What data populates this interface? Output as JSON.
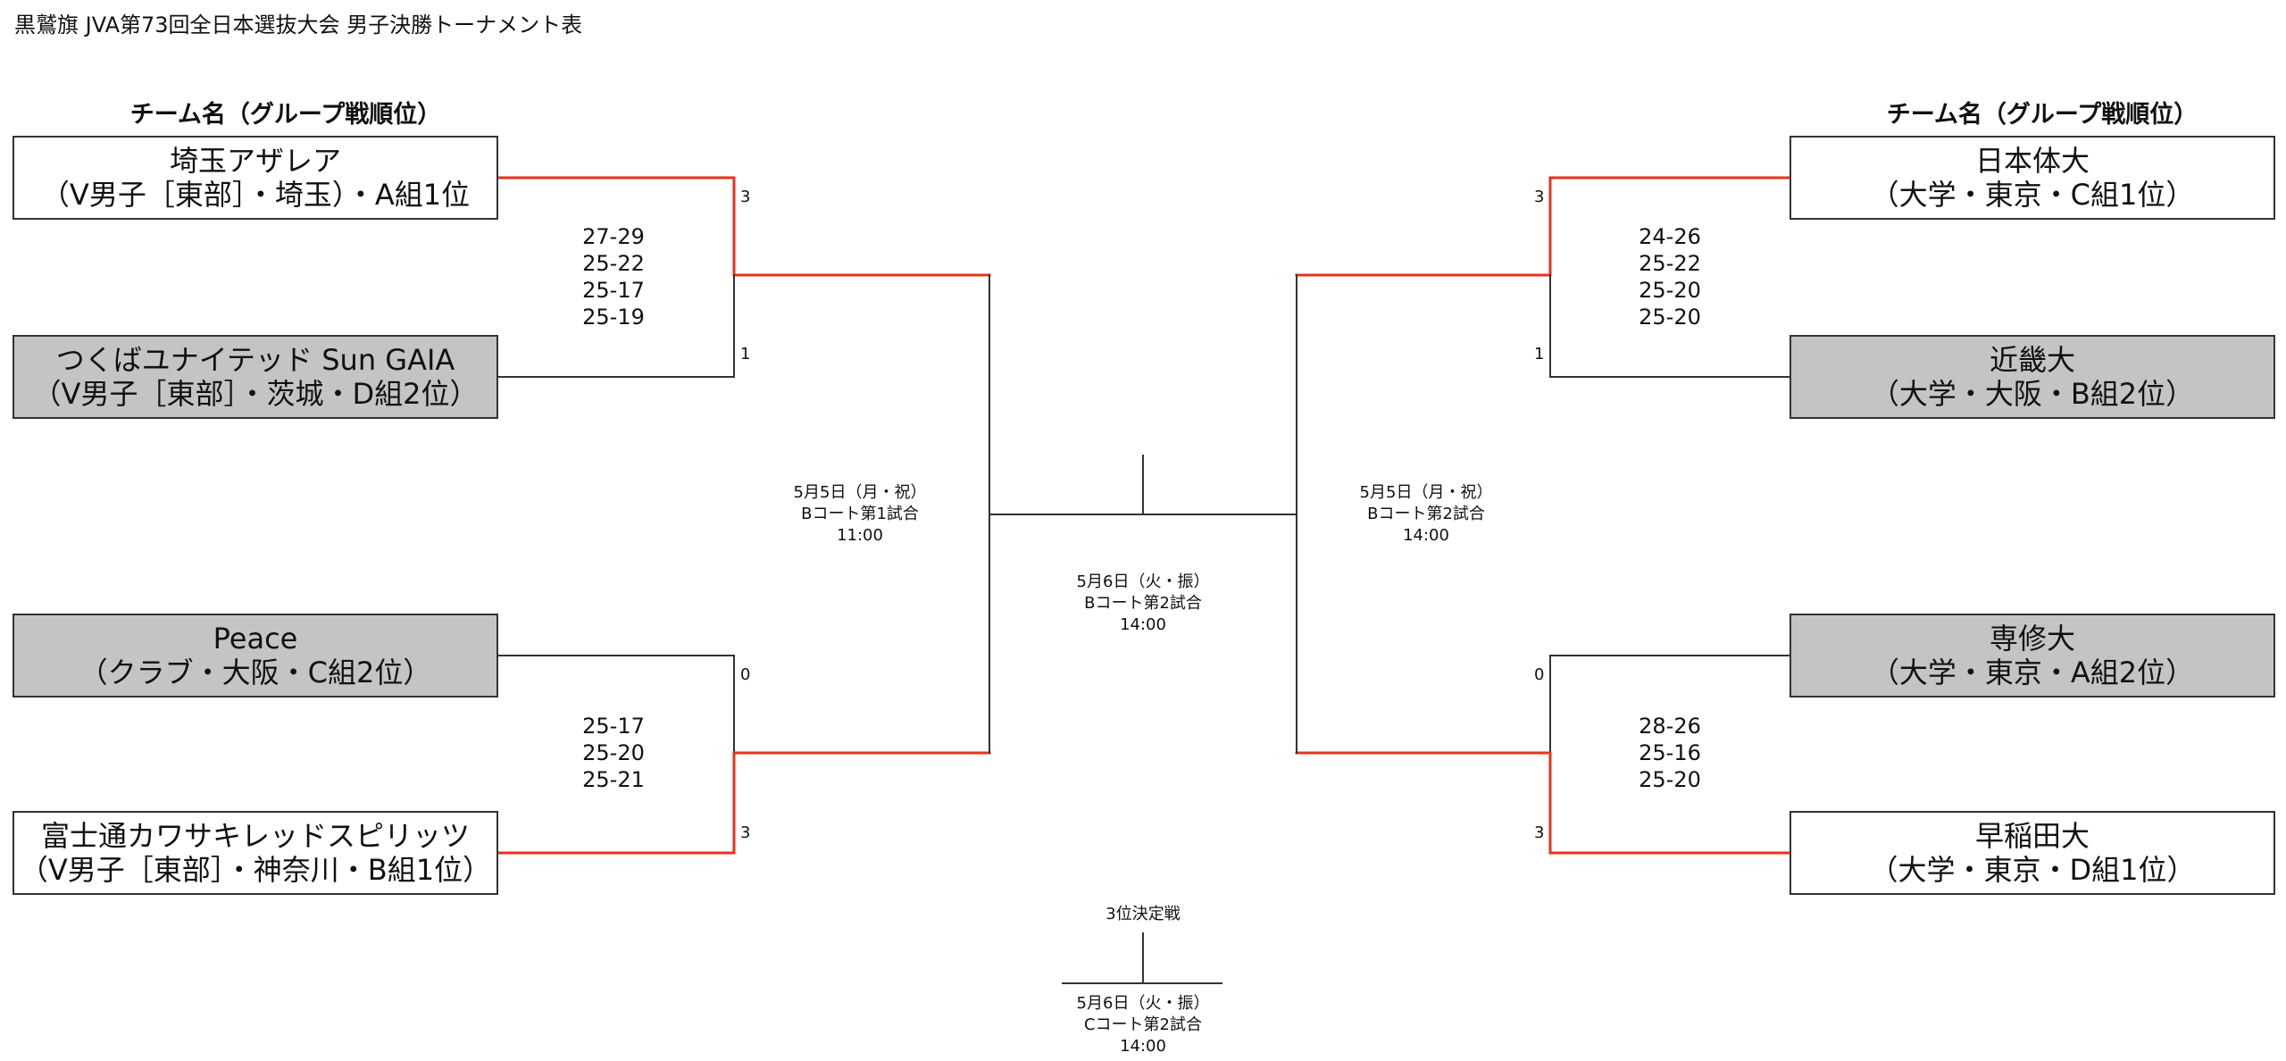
{
  "title": "黒鷲旗 JVA第73回全日本選抜大会 男子決勝トーナメント表",
  "column_header": "チーム名（グループ戦順位）",
  "colors": {
    "winner_line": "#e8321e",
    "line": "#333333",
    "gray_box": "#c4c4c4"
  },
  "left": {
    "teams": [
      {
        "name": "埼玉アザレア",
        "detail": "（V男子［東部］・埼玉）・A組1位",
        "sets": "3"
      },
      {
        "name": "つくばユナイテッド Sun GAIA",
        "detail": "（V男子［東部］・茨城・D組2位）",
        "sets": "1"
      },
      {
        "name": "Peace",
        "detail": "（クラブ・大阪・C組2位）",
        "sets": "0"
      },
      {
        "name": "富士通カワサキレッドスピリッツ",
        "detail": "（V男子［東部］・神奈川・B組1位）",
        "sets": "3"
      }
    ],
    "match1_scores": [
      "27-29",
      "25-22",
      "25-17",
      "25-19"
    ],
    "match2_scores": [
      "25-17",
      "25-20",
      "25-21"
    ],
    "semi_info": [
      "5月5日（月・祝）",
      "Bコート第1試合",
      "11:00"
    ]
  },
  "right": {
    "teams": [
      {
        "name": "日本体大",
        "detail": "（大学・東京・C組1位）",
        "sets": "3"
      },
      {
        "name": "近畿大",
        "detail": "（大学・大阪・B組2位）",
        "sets": "1"
      },
      {
        "name": "専修大",
        "detail": "（大学・東京・A組2位）",
        "sets": "0"
      },
      {
        "name": "早稲田大",
        "detail": "（大学・東京・D組1位）",
        "sets": "3"
      }
    ],
    "match1_scores": [
      "24-26",
      "25-22",
      "25-20",
      "25-20"
    ],
    "match2_scores": [
      "28-26",
      "25-16",
      "25-20"
    ],
    "semi_info": [
      "5月5日（月・祝）",
      "Bコート第2試合",
      "14:00"
    ]
  },
  "final_info": [
    "5月6日（火・振）",
    "Bコート第2試合",
    "14:00"
  ],
  "third_place": {
    "label": "3位決定戦",
    "info": [
      "5月6日（火・振）",
      "Cコート第2試合",
      "14:00"
    ]
  }
}
